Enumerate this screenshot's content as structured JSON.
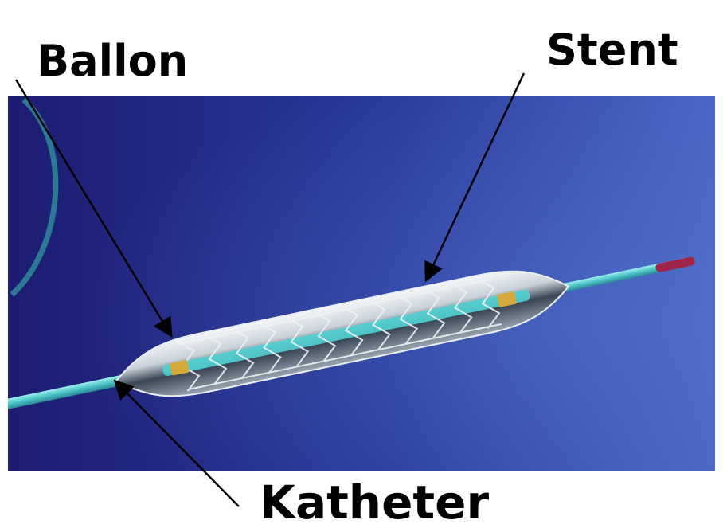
{
  "labels": {
    "balloon": "Ballon",
    "stent": "Stent",
    "catheter": "Katheter"
  },
  "colors": {
    "background_deep": "#1e1f78",
    "background_light": "#4a62c2",
    "catheter": "#52c8cc",
    "stent_metal": "#d8dfe6",
    "marker_band": "#d6a93a",
    "tip": "#a0244a",
    "arrow": "#000000",
    "label_text": "#000000"
  }
}
